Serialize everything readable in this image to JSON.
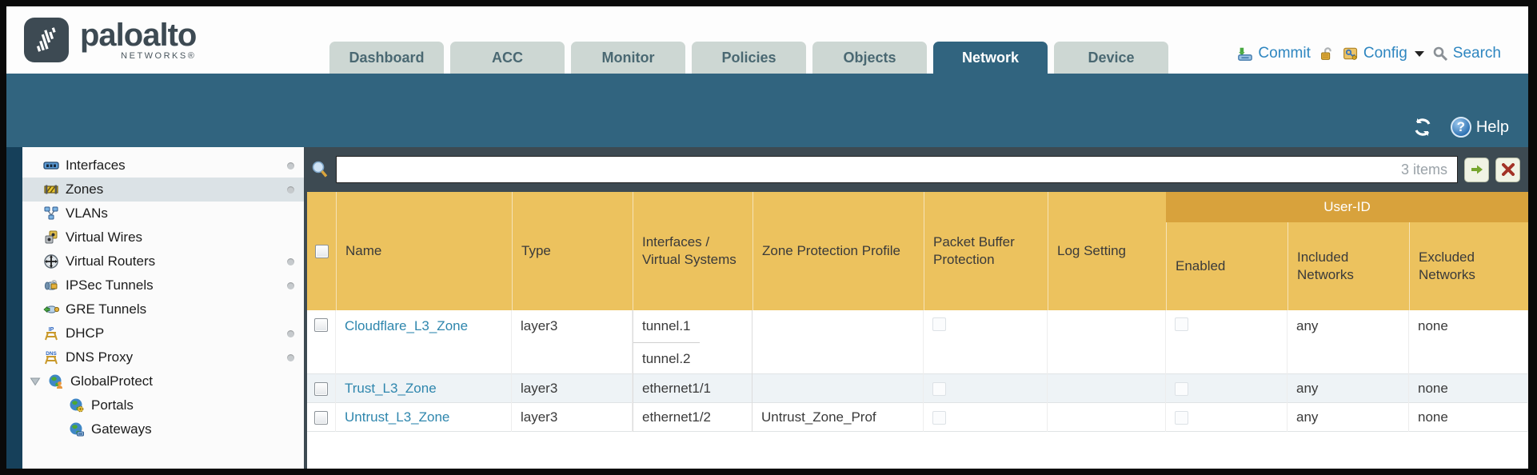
{
  "colors": {
    "brand_teal": "#31647F",
    "nav_strip_navy": "#16405A",
    "toolbar_slate": "#3D4A52",
    "header_amber": "#ECC25E",
    "user_id_band_amber": "#D8A23C",
    "link_blue": "#2E86AD",
    "action_blue": "#2E86C0",
    "selected_row_gray": "#DBE2E6",
    "alt_row_blue": "#EEF3F6"
  },
  "logo": {
    "brand": "paloalto",
    "sub": "NETWORKS®"
  },
  "tabs": [
    {
      "label": "Dashboard",
      "active": false
    },
    {
      "label": "ACC",
      "active": false
    },
    {
      "label": "Monitor",
      "active": false
    },
    {
      "label": "Policies",
      "active": false
    },
    {
      "label": "Objects",
      "active": false
    },
    {
      "label": "Network",
      "active": true
    },
    {
      "label": "Device",
      "active": false
    }
  ],
  "header_actions": {
    "commit": "Commit",
    "config": "Config",
    "search": "Search"
  },
  "band": {
    "help": "Help"
  },
  "toolbar": {
    "search_value": "",
    "items_count": "3 items"
  },
  "sidebar": {
    "items": [
      {
        "label": "Interfaces",
        "icon": "interfaces-icon",
        "has_dot": true,
        "selected": false
      },
      {
        "label": "Zones",
        "icon": "zones-icon",
        "has_dot": true,
        "selected": true
      },
      {
        "label": "VLANs",
        "icon": "vlans-icon",
        "has_dot": false,
        "selected": false
      },
      {
        "label": "Virtual Wires",
        "icon": "virtual-wires-icon",
        "has_dot": false,
        "selected": false
      },
      {
        "label": "Virtual Routers",
        "icon": "virtual-routers-icon",
        "has_dot": true,
        "selected": false
      },
      {
        "label": "IPSec Tunnels",
        "icon": "ipsec-tunnels-icon",
        "has_dot": true,
        "selected": false
      },
      {
        "label": "GRE Tunnels",
        "icon": "gre-tunnels-icon",
        "has_dot": false,
        "selected": false
      },
      {
        "label": "DHCP",
        "icon": "dhcp-icon",
        "has_dot": true,
        "selected": false
      },
      {
        "label": "DNS Proxy",
        "icon": "dns-proxy-icon",
        "has_dot": true,
        "selected": false
      },
      {
        "label": "GlobalProtect",
        "icon": "globalprotect-icon",
        "has_dot": false,
        "selected": false,
        "expanded": true
      },
      {
        "label": "Portals",
        "icon": "portals-icon",
        "has_dot": false,
        "selected": false,
        "child": true
      },
      {
        "label": "Gateways",
        "icon": "gateways-icon",
        "has_dot": false,
        "selected": false,
        "child": true
      }
    ]
  },
  "table": {
    "user_id_group": "User-ID",
    "columns": [
      "Name",
      "Type",
      "Interfaces / Virtual Systems",
      "Zone Protection Profile",
      "Packet Buffer Protection",
      "Log Setting",
      "Enabled",
      "Included Networks",
      "Excluded Networks"
    ],
    "rows": [
      {
        "name": "Cloudflare_L3_Zone",
        "type": "layer3",
        "interfaces": [
          "tunnel.1",
          "tunnel.2"
        ],
        "zone_protection_profile": "",
        "packet_buffer_protection": false,
        "log_setting": "",
        "enabled": false,
        "included_networks": "any",
        "excluded_networks": "none"
      },
      {
        "name": "Trust_L3_Zone",
        "type": "layer3",
        "interfaces": [
          "ethernet1/1"
        ],
        "zone_protection_profile": "",
        "packet_buffer_protection": false,
        "log_setting": "",
        "enabled": false,
        "included_networks": "any",
        "excluded_networks": "none"
      },
      {
        "name": "Untrust_L3_Zone",
        "type": "layer3",
        "interfaces": [
          "ethernet1/2"
        ],
        "zone_protection_profile": "Untrust_Zone_Prof",
        "packet_buffer_protection": false,
        "log_setting": "",
        "enabled": false,
        "included_networks": "any",
        "excluded_networks": "none"
      }
    ]
  }
}
